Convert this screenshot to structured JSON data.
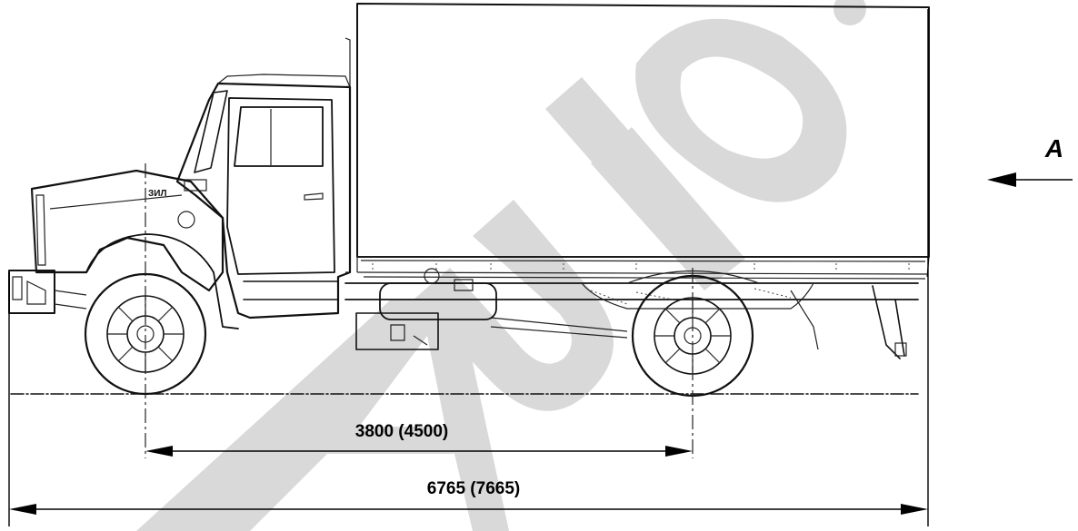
{
  "diagram": {
    "wheelbase_label": "3800 (4500)",
    "overall_length_label": "6765 (7665)",
    "view_label": "A",
    "badge_text": "ЗИЛ"
  },
  "watermark": {
    "text": "AUTO"
  },
  "colors": {
    "ink": "#111111",
    "watermark": "#d9d9d9",
    "background": "#ffffff"
  }
}
